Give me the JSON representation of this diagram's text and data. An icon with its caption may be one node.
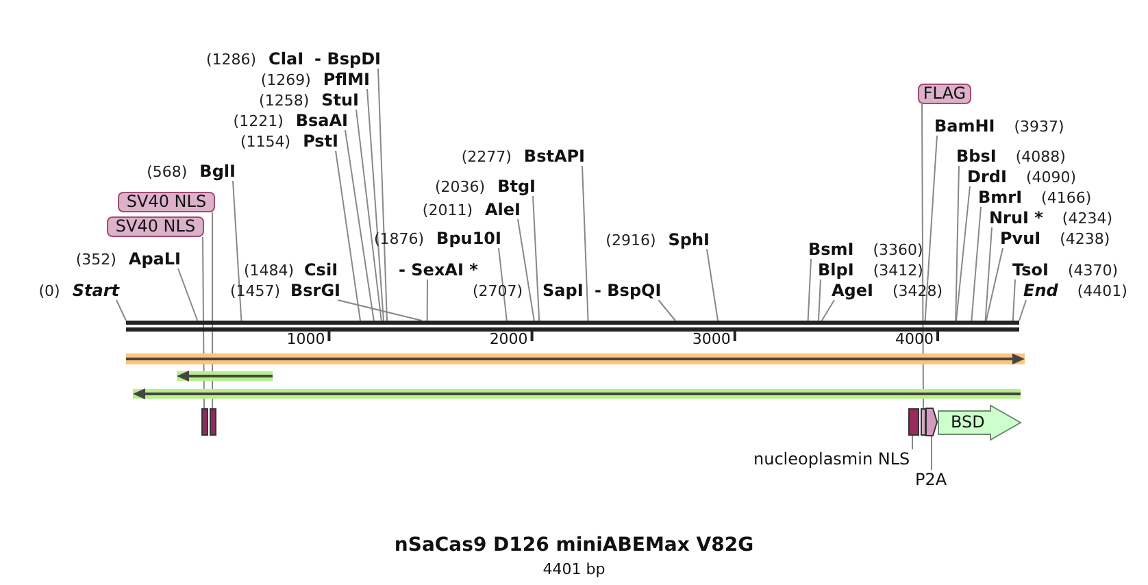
{
  "diagram": {
    "title": "nSaCas9 D126 miniABEMax V82G",
    "caption": "4401 bp",
    "nodes": [
      {
        "text": [],
        "shape": "bar"
      },
      {
        "text": [
          "(0)",
          "Start"
        ]
      },
      {
        "text": [
          "(352)",
          "ApaLI"
        ]
      },
      {
        "text": [
          "(568)",
          "BglI"
        ]
      },
      {
        "text": [
          "(1154)",
          "PstI"
        ]
      },
      {
        "text": [
          "(1221)",
          "BsaAI"
        ]
      },
      {
        "text": [
          "(1258)",
          "StuI"
        ]
      },
      {
        "text": [
          "(1269)",
          "PflMI"
        ]
      },
      {
        "text": [
          "(1286)",
          "ClaI",
          "- BspDI"
        ]
      },
      {
        "text": [
          "(1457)",
          "BsrGI"
        ]
      },
      {
        "text": [
          "(1484)",
          "CsiI",
          "- SexAI *"
        ]
      },
      {
        "text": [
          "(1876)",
          "Bpu10I"
        ]
      },
      {
        "text": [
          "(2011)",
          "AleI"
        ]
      },
      {
        "text": [
          "(2036)",
          "BtgI"
        ]
      },
      {
        "text": [
          "(2277)",
          "BstAPI"
        ]
      },
      {
        "text": [
          "(2707)",
          "SapI",
          "- BspQI"
        ]
      },
      {
        "text": [
          "(2916)",
          "SphI"
        ]
      },
      {
        "text": [
          "BsmI",
          "(3360)"
        ]
      },
      {
        "text": [
          "BlpI",
          "(3412)"
        ]
      },
      {
        "text": [
          "AgeI",
          "(3428)"
        ]
      },
      {
        "text": [
          "BamHI",
          "(3937)"
        ]
      },
      {
        "text": [
          "BbsI",
          "(4088)"
        ]
      },
      {
        "text": [
          "DrdI",
          "(4090)"
        ]
      },
      {
        "text": [
          "BmrI",
          "(4166)"
        ]
      },
      {
        "text": [
          "NruI *",
          "(4234)"
        ]
      },
      {
        "text": [
          "PvuI",
          "(4238)"
        ]
      },
      {
        "text": [
          "TsoI",
          "(4370)"
        ]
      },
      {
        "text": [
          "End",
          "(4401)"
        ]
      },
      {
        "text": [
          "SV40 NLS"
        ]
      },
      {
        "text": [
          "SV40 NLS"
        ]
      },
      {
        "text": [
          "FLAG"
        ]
      },
      {
        "text": [],
        "shape": "arrow"
      },
      {
        "text": [],
        "shape": "arrow"
      },
      {
        "text": [],
        "shape": "arrow"
      },
      {
        "text": [],
        "shape": "bar"
      },
      {
        "text": [],
        "shape": "bar"
      },
      {
        "text": [],
        "shape": "bar"
      },
      {
        "text": [],
        "shape": "bar"
      },
      {
        "text": [],
        "shape": "arrow"
      },
      {
        "text": [
          "BSD"
        ]
      },
      {
        "text": [
          "nucleoplasmin NLS"
        ]
      },
      {
        "text": [
          "P2A"
        ]
      }
    ],
    "edges": [
      {
        "from": 1,
        "to": 0,
        "arrow": "none"
      },
      {
        "from": 2,
        "to": 0,
        "arrow": "none"
      },
      {
        "from": 3,
        "to": 0,
        "arrow": "none"
      },
      {
        "from": 4,
        "to": 0,
        "arrow": "none"
      },
      {
        "from": 5,
        "to": 0,
        "arrow": "none"
      },
      {
        "from": 6,
        "to": 0,
        "arrow": "none"
      },
      {
        "from": 7,
        "to": 0,
        "arrow": "none"
      },
      {
        "from": 8,
        "to": 0,
        "arrow": "none"
      },
      {
        "from": 9,
        "to": 0,
        "arrow": "none"
      },
      {
        "from": 10,
        "to": 0,
        "arrow": "none"
      },
      {
        "from": 11,
        "to": 0,
        "arrow": "none"
      },
      {
        "from": 12,
        "to": 0,
        "arrow": "none"
      },
      {
        "from": 13,
        "to": 0,
        "arrow": "none"
      },
      {
        "from": 14,
        "to": 0,
        "arrow": "none"
      },
      {
        "from": 15,
        "to": 0,
        "arrow": "none"
      },
      {
        "from": 16,
        "to": 0,
        "arrow": "none"
      },
      {
        "from": 17,
        "to": 0,
        "arrow": "none"
      },
      {
        "from": 18,
        "to": 0,
        "arrow": "none"
      },
      {
        "from": 19,
        "to": 0,
        "arrow": "none"
      },
      {
        "from": 20,
        "to": 0,
        "arrow": "none"
      },
      {
        "from": 21,
        "to": 0,
        "arrow": "none"
      },
      {
        "from": 22,
        "to": 0,
        "arrow": "none"
      },
      {
        "from": 23,
        "to": 0,
        "arrow": "none"
      },
      {
        "from": 24,
        "to": 0,
        "arrow": "none"
      },
      {
        "from": 25,
        "to": 0,
        "arrow": "none"
      },
      {
        "from": 26,
        "to": 0,
        "arrow": "none"
      },
      {
        "from": 27,
        "to": 0,
        "arrow": "none"
      },
      {
        "from": 28,
        "to": 35,
        "arrow": "none"
      },
      {
        "from": 29,
        "to": 34,
        "arrow": "none"
      },
      {
        "from": 30,
        "to": 37,
        "arrow": "none"
      },
      {
        "from": 40,
        "to": 36,
        "arrow": "none"
      },
      {
        "from": 41,
        "to": 38,
        "arrow": "none"
      }
    ],
    "labels": [
      "1000",
      "2000",
      "3000",
      "4000"
    ]
  }
}
